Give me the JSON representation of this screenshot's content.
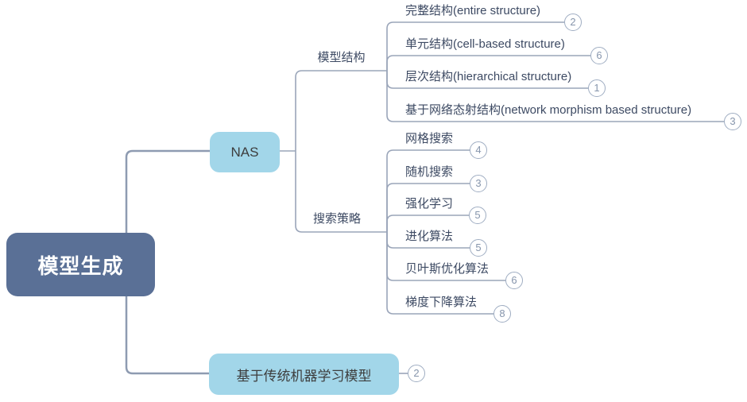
{
  "colors": {
    "root_fill": "#5a7096",
    "root_text": "#ffffff",
    "child_fill": "#a2d6e9",
    "child_text": "#3d3d3d",
    "leaf_text": "#3d4a63",
    "line_main": "#8e9bb1",
    "line_sub": "#9aa5b9",
    "badge_border": "#9fadc2",
    "badge_text": "#8695ac",
    "badge_fill": "#ffffff",
    "canvas_bg": "#ffffff"
  },
  "nodes": {
    "root": "模型生成",
    "nas": "NAS",
    "model_structure": "模型结构",
    "search_strategy": "搜索策略",
    "traditional": "基于传统机器学习模型",
    "traditional_count": "2"
  },
  "structure_leaves": [
    {
      "label": "完整结构(entire structure)",
      "count": "2"
    },
    {
      "label": "单元结构(cell-based structure)",
      "count": "6"
    },
    {
      "label": "层次结构(hierarchical structure)",
      "count": "1"
    },
    {
      "label": "基于网络态射结构(network morphism based structure)",
      "count": "3"
    }
  ],
  "strategy_leaves": [
    {
      "label": "网格搜索",
      "count": "4"
    },
    {
      "label": "随机搜索",
      "count": "3"
    },
    {
      "label": "强化学习",
      "count": "5"
    },
    {
      "label": "进化算法",
      "count": "5"
    },
    {
      "label": "贝叶斯优化算法",
      "count": "6"
    },
    {
      "label": "梯度下降算法",
      "count": "8"
    }
  ]
}
